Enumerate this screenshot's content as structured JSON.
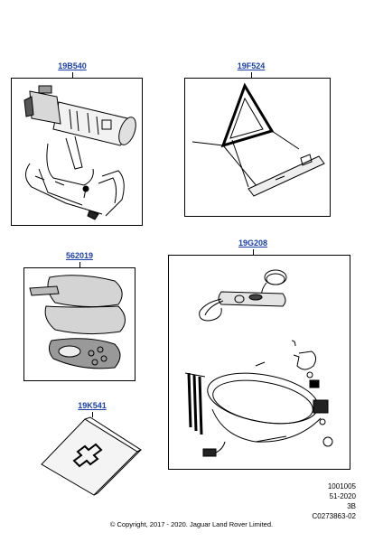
{
  "parts": {
    "p1": "19B540",
    "p2": "19F524",
    "p3": "562019",
    "p4": "19G208",
    "p5": "19K541"
  },
  "footer": {
    "line1": "1001005",
    "line2": "51-2020",
    "line3": "3B",
    "line4": "C0273863-02"
  },
  "copyright": "© Copyright, 2017 - 2020. Jaguar Land Rover Limited."
}
